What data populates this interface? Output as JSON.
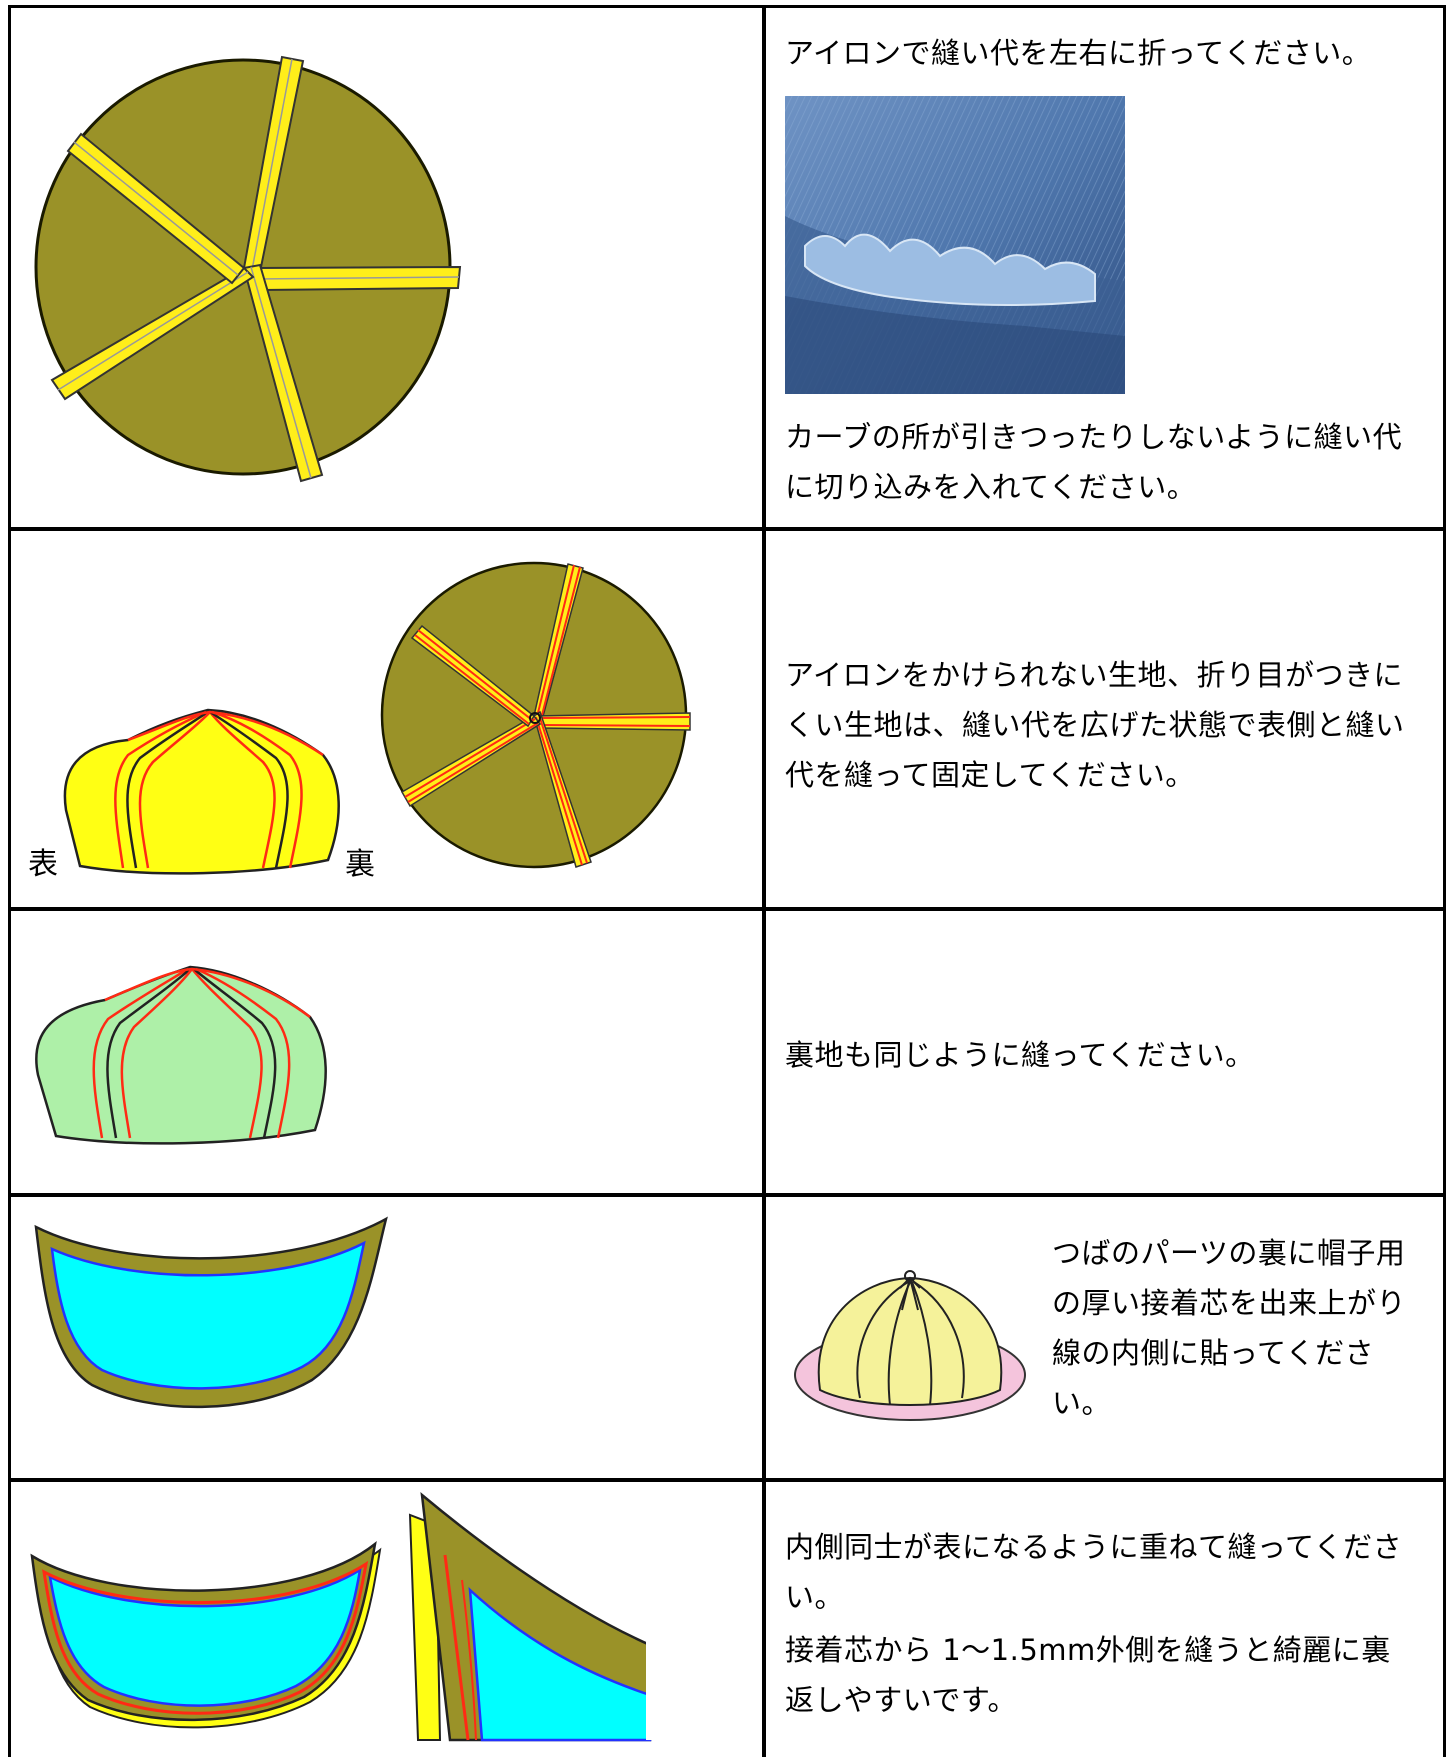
{
  "colors": {
    "crown_olive": "#9a9228",
    "seam_yellow": "#ffee1a",
    "outer_yellow": "#ffff14",
    "stitch_red": "#ff2a14",
    "lining_green": "#aef0a8",
    "brim_cyan": "#00ffff",
    "interfacing_blue": "#2233ff",
    "photo_blue": "#5a82b8"
  },
  "rows": [
    {
      "instruction_top": "アイロンで縫い代を左右に折ってください。",
      "photo_alt": "photo-of-clipped-seam-allowance",
      "instruction_bottom": "カーブの所が引きつったりしないように縫い代に切り込みを入れてください。"
    },
    {
      "label_front": "表",
      "label_back": "裏",
      "instruction": "アイロンをかけられない生地、折り目がつきにくい生地は、縫い代を広げた状態で表側と縫い代を縫って固定してください。"
    },
    {
      "instruction": "裏地も同じように縫ってください。"
    },
    {
      "instruction": "つばのパーツの裏に帽子用の厚い接着芯を出来上がり線の内側に貼ってください。"
    },
    {
      "instruction_line1": "内側同士が表になるように重ねて縫ってください。",
      "instruction_line2": "接着芯から 1〜1.5mm外側を縫うと綺麗に裏返しやすいです。"
    }
  ]
}
